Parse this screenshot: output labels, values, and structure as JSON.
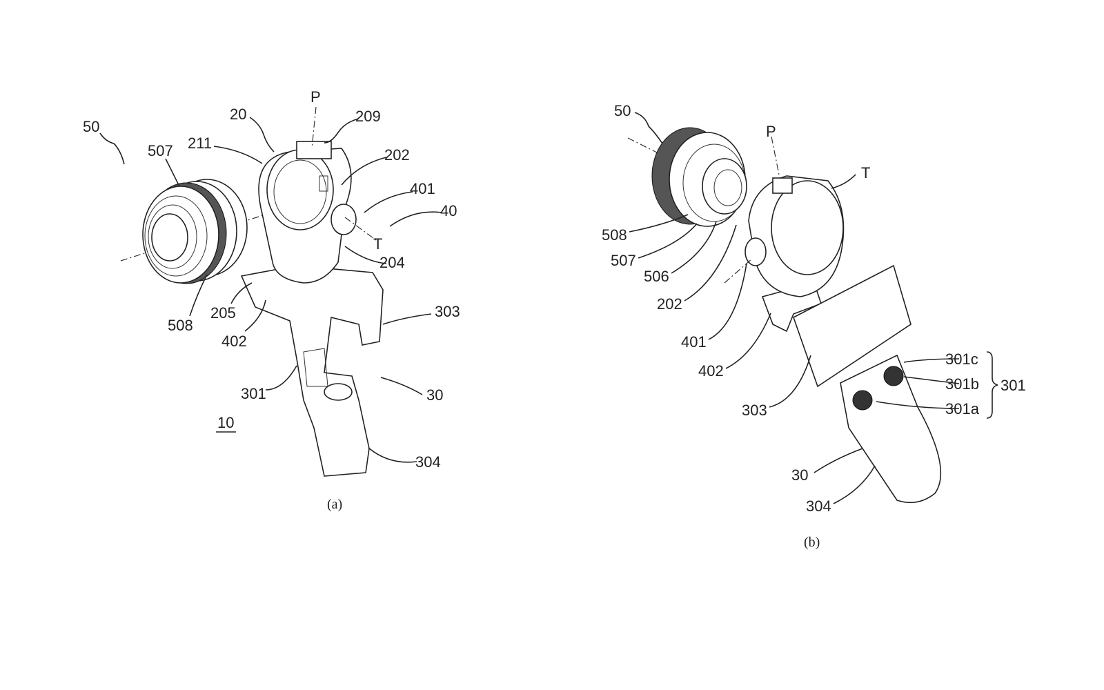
{
  "figure_a": {
    "caption": "(a)",
    "labels": {
      "l50": "50",
      "l507": "507",
      "l211": "211",
      "l20": "20",
      "lP": "P",
      "l209": "209",
      "l202": "202",
      "l401": "401",
      "l40": "40",
      "lT": "T",
      "l204": "204",
      "l205": "205",
      "l508": "508",
      "l402": "402",
      "l303": "303",
      "l301": "301",
      "l30": "30",
      "l10": "10",
      "l304": "304"
    }
  },
  "figure_b": {
    "caption": "(b)",
    "labels": {
      "l50": "50",
      "lP": "P",
      "lT": "T",
      "l508": "508",
      "l507": "507",
      "l506": "506",
      "l202": "202",
      "l401": "401",
      "l402": "402",
      "l303": "303",
      "l301c": "301c",
      "l301b": "301b",
      "l301a": "301a",
      "l301": "301",
      "l30": "30",
      "l304": "304"
    }
  }
}
